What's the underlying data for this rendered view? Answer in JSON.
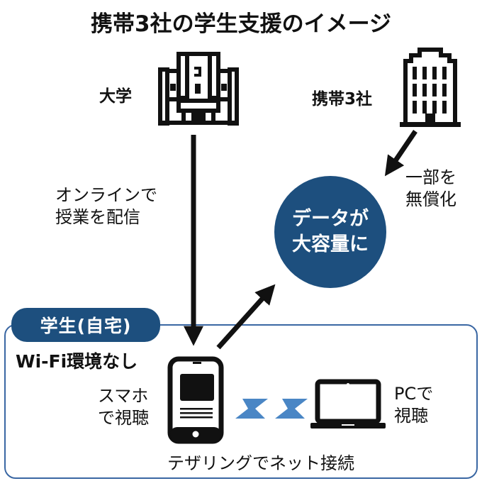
{
  "title": "携帯3社の学生支援のイメージ",
  "nodes": {
    "university": {
      "label": "大学",
      "icon": "university-building-icon"
    },
    "carriers": {
      "label": "携帯3社",
      "icon": "office-building-icon"
    },
    "data_circle": {
      "line1": "データが",
      "line2": "大容量に"
    },
    "student_home": {
      "tab_label": "学生(自宅)",
      "no_wifi": "Wi-Fi環境なし",
      "smartphone": {
        "line1": "スマホ",
        "line2": "で視聴",
        "icon": "smartphone-icon"
      },
      "pc": {
        "line1": "PCで",
        "line2": "視聴",
        "icon": "laptop-icon"
      },
      "tethering": "テザリングでネット接続"
    }
  },
  "edges": {
    "online_class": {
      "line1": "オンラインで",
      "line2": "授業を配信"
    },
    "free_data": {
      "line1": "一部を",
      "line2": "無償化"
    }
  },
  "colors": {
    "accent": "#1d4f7e",
    "box_border": "#3a67a3",
    "tether_icon": "#4a86c5",
    "ink": "#111111"
  }
}
